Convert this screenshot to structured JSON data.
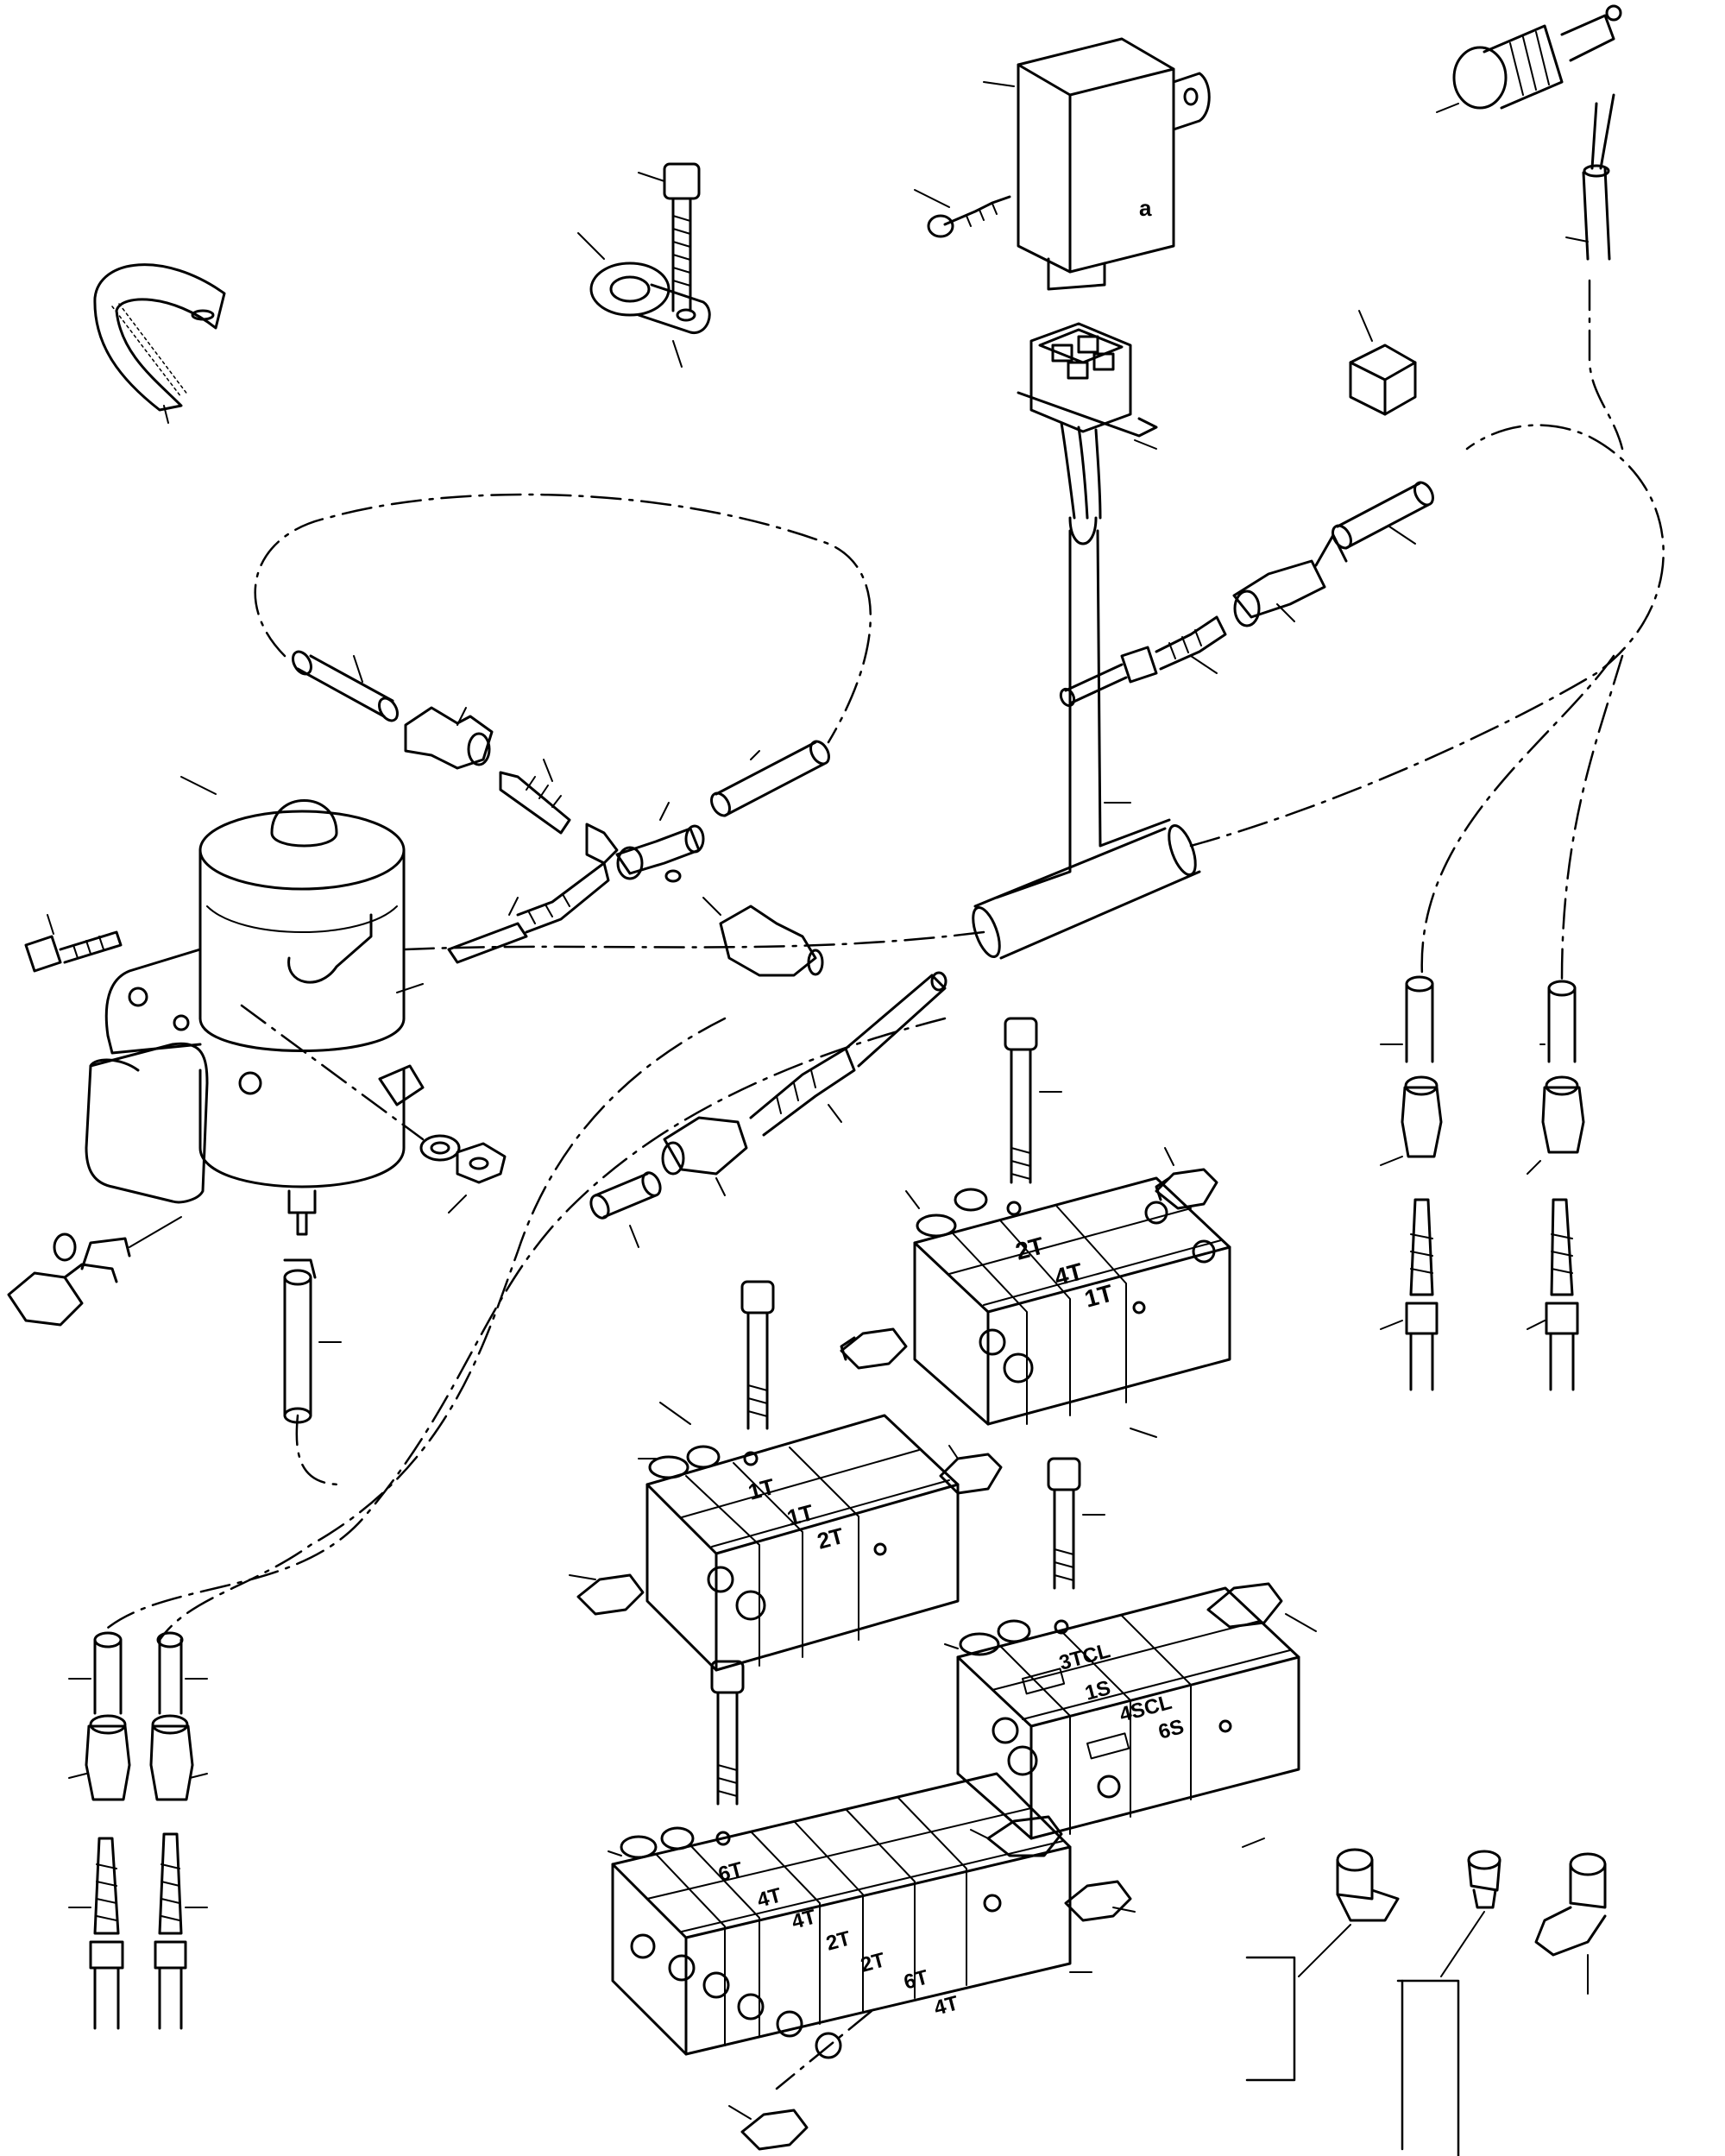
{
  "diagram": {
    "background": "#ffffff",
    "line_color": "#000000",
    "block_labels": {
      "block_a": [
        "2T",
        "4T",
        "1T"
      ],
      "block_b": [
        "1T",
        "1T",
        "2T"
      ],
      "block_c": [
        "3TCL",
        "1S",
        "4SCL",
        "6S"
      ],
      "block_d": [
        "6T",
        "4T",
        "4T",
        "2T",
        "2T",
        "6T",
        "4T"
      ]
    }
  }
}
